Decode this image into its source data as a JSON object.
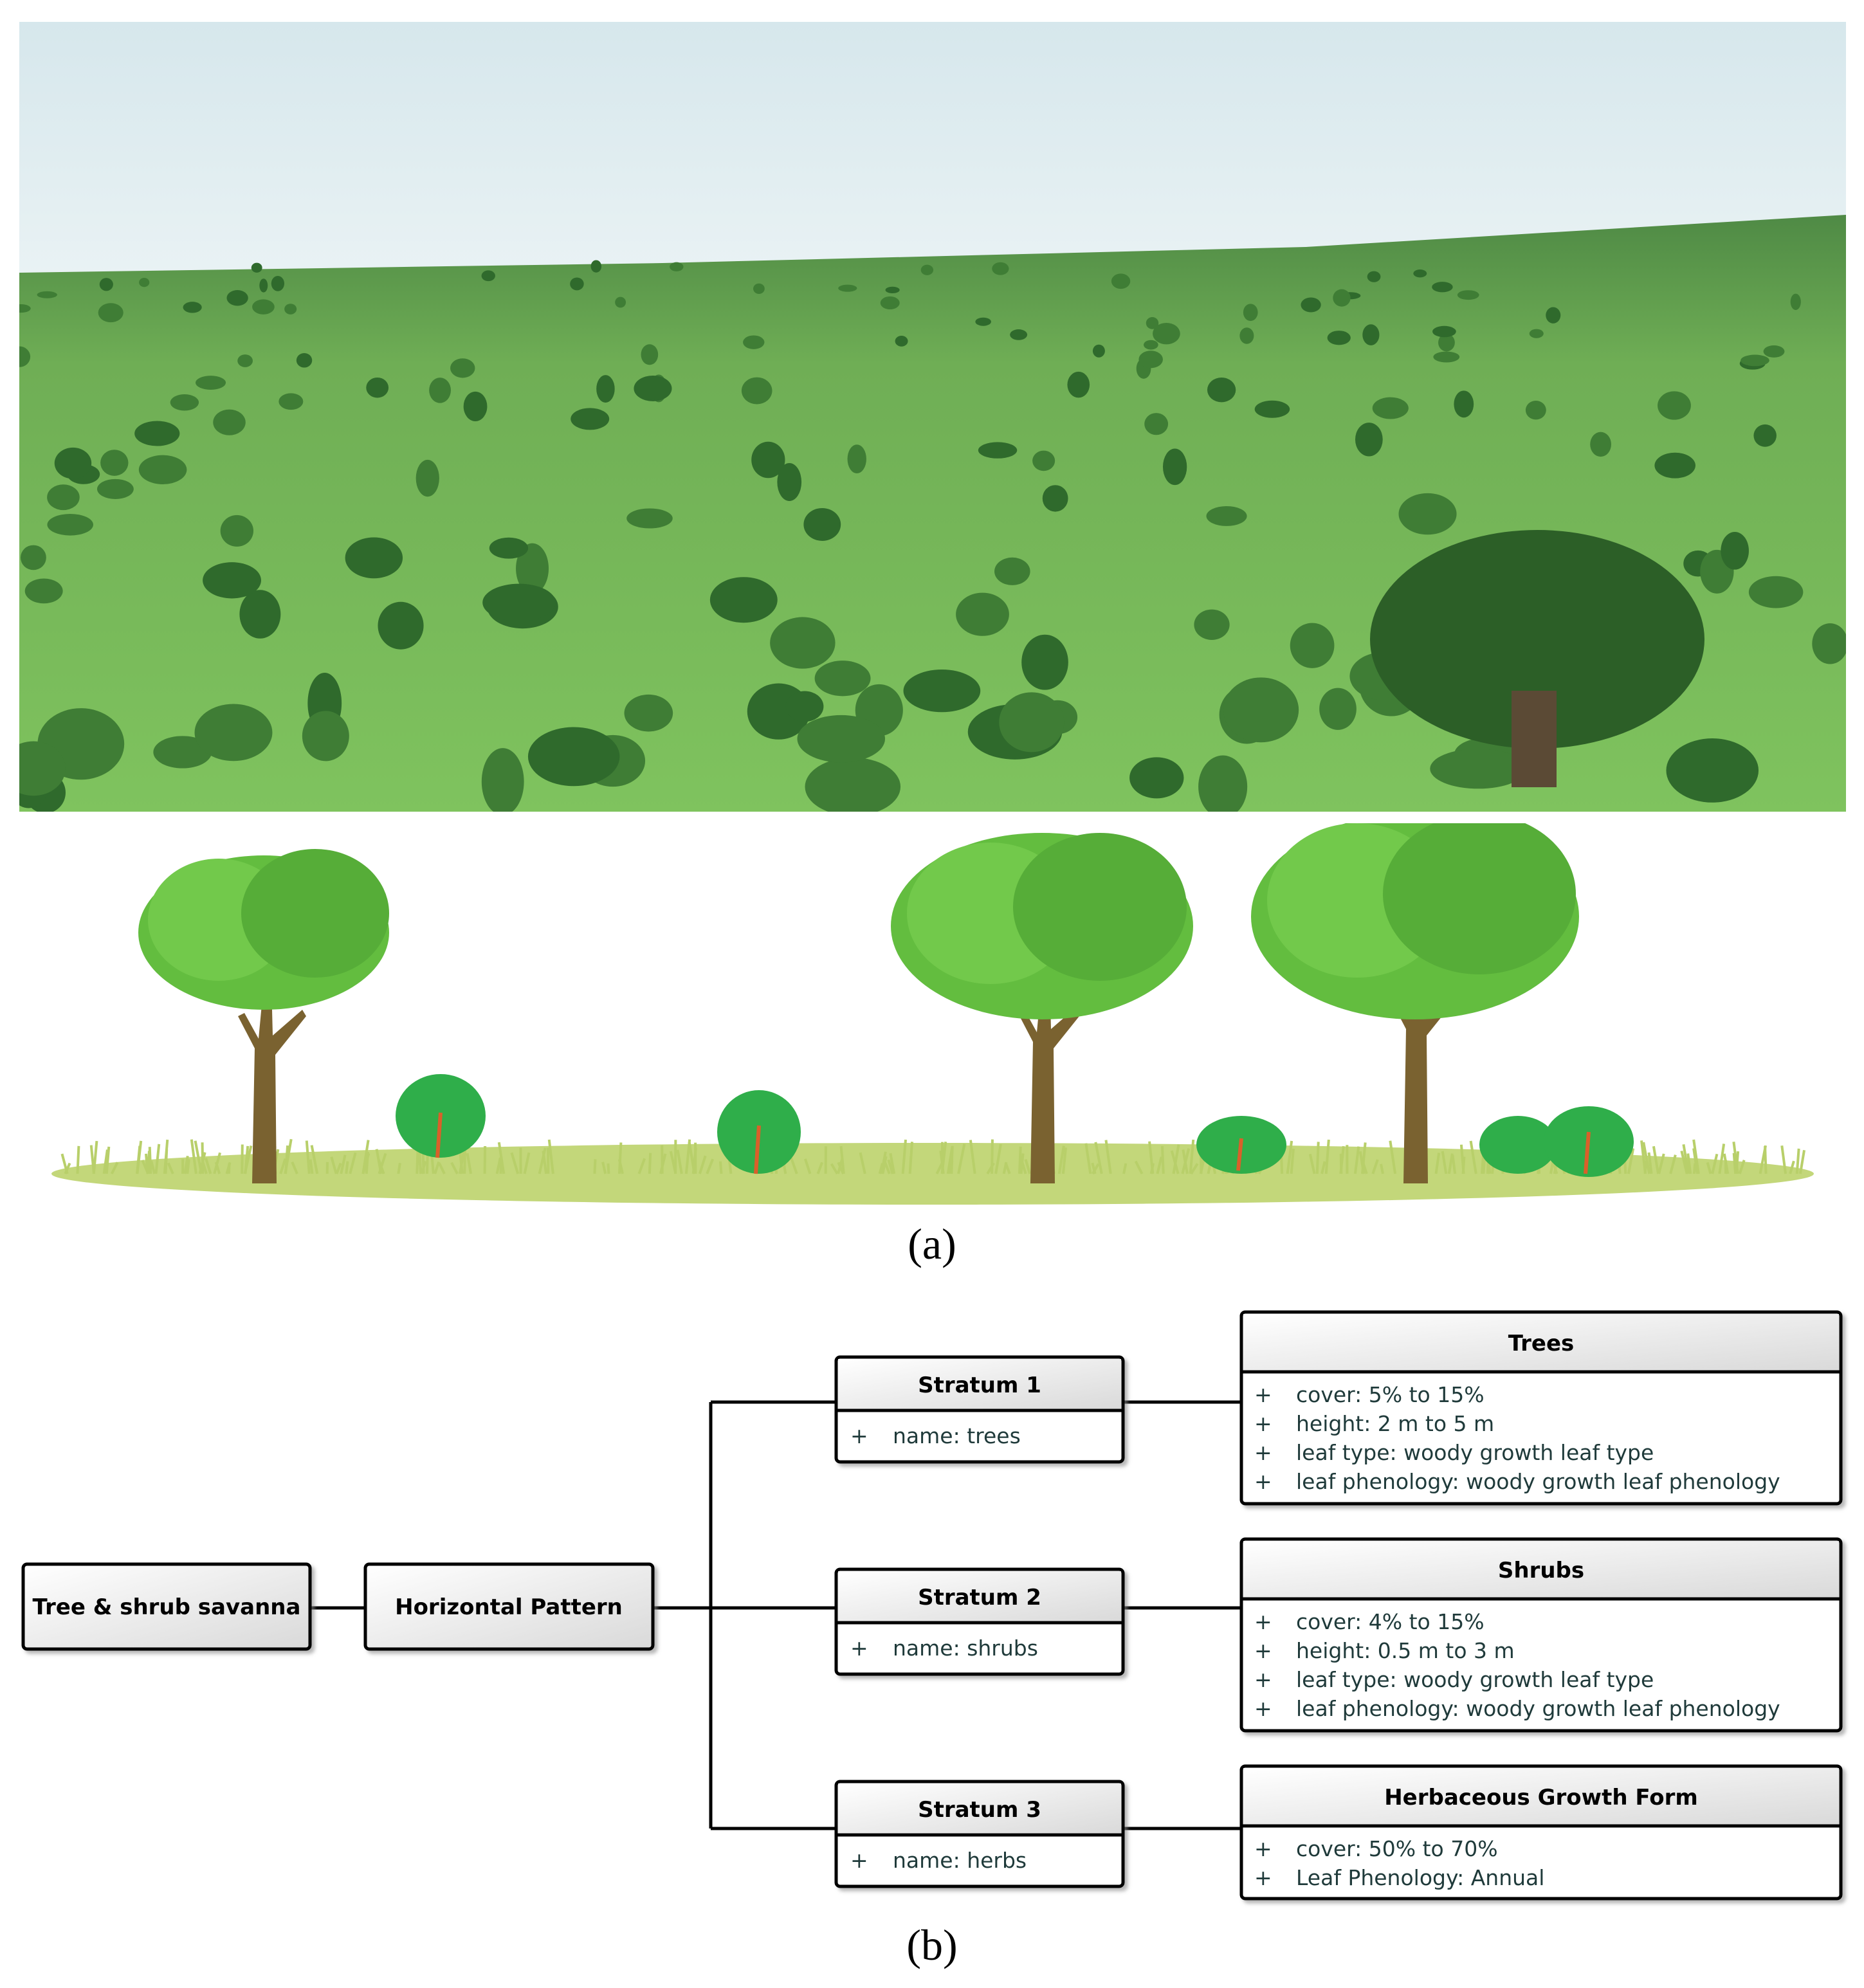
{
  "captions": {
    "a": "(a)",
    "b": "(b)"
  },
  "diagram": {
    "root": "Tree & shrub savanna",
    "pattern": "Horizontal Pattern",
    "strata": [
      {
        "title": "Stratum 1",
        "attr": "name: trees"
      },
      {
        "title": "Stratum 2",
        "attr": "name: shrubs"
      },
      {
        "title": "Stratum 3",
        "attr": "name: herbs"
      }
    ],
    "details": [
      {
        "title": "Trees",
        "attrs": [
          "cover: 5% to 15%",
          "height: 2 m to 5 m",
          "leaf type: woody growth leaf type",
          "leaf phenology: woody growth leaf phenology"
        ]
      },
      {
        "title": "Shrubs",
        "attrs": [
          "cover: 4% to 15%",
          "height: 0.5 m to 3 m",
          "leaf type: woody growth leaf type",
          "leaf phenology: woody growth leaf phenology"
        ]
      },
      {
        "title": "Herbaceous Growth Form",
        "attrs": [
          "cover: 50% to 70%",
          "Leaf Phenology: Annual"
        ]
      }
    ],
    "plus_symbol": "+"
  },
  "colors": {
    "sky": "#dcebef",
    "grass": "#7cc35a",
    "tree_canopy": "#5cb83e",
    "trunk": "#7a6230",
    "ground": "#c3d77a",
    "shrub": "#2fae4a"
  }
}
